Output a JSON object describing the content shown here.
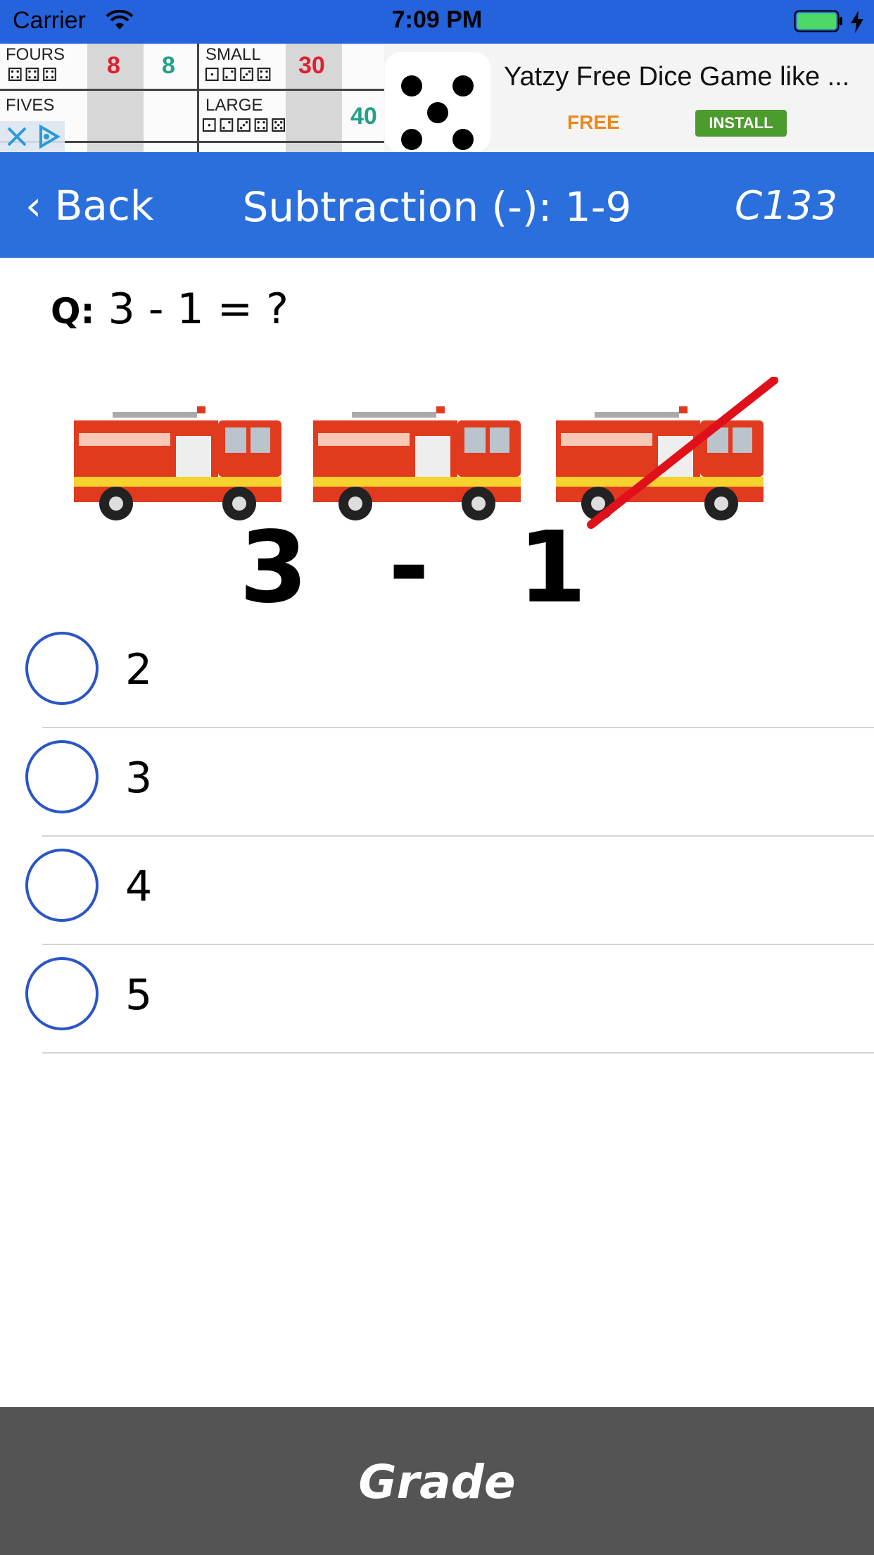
{
  "status_bar": {
    "carrier": "Carrier",
    "time": "7:09 PM",
    "battery_color": "#4cd964"
  },
  "ad": {
    "scoresheet": {
      "row1_label_left": "FOURS",
      "row1_score_a": "8",
      "row1_score_b": "8",
      "row1_label_right": "SMALL",
      "row1_score_right": "30",
      "row2_label_left": "FIVES",
      "row2_label_right": "LARGE",
      "row2_score_right": "40",
      "dice_small": "⚃⚃⚃",
      "dice_small_right": "⚀⚁⚂⚃",
      "dice_large": "⚀⚁⚂⚃⚄"
    },
    "title": "Yatzy Free Dice Game like ...",
    "free_label": "FREE",
    "install_label": "INSTALL"
  },
  "nav": {
    "back_label": "‹ Back",
    "title": "Subtraction (-): 1-9",
    "code": "C133"
  },
  "question": {
    "prefix": "Q:",
    "text": " 3 - 1 = ?"
  },
  "illustration": {
    "minuend": "3",
    "operator": "-",
    "subtrahend": "1",
    "object": "fire-truck",
    "object_count": 3,
    "crossed_out_count": 1
  },
  "options": [
    {
      "label": "2",
      "selected": false
    },
    {
      "label": "3",
      "selected": false
    },
    {
      "label": "4",
      "selected": false
    },
    {
      "label": "5",
      "selected": false
    }
  ],
  "grade_button": {
    "label": "Grade"
  },
  "colors": {
    "nav_blue": "#2a6fdc",
    "status_blue": "#2563dc",
    "radio_blue": "#2a55c8",
    "grade_gray": "#545454",
    "cross_red": "#e0101a"
  }
}
